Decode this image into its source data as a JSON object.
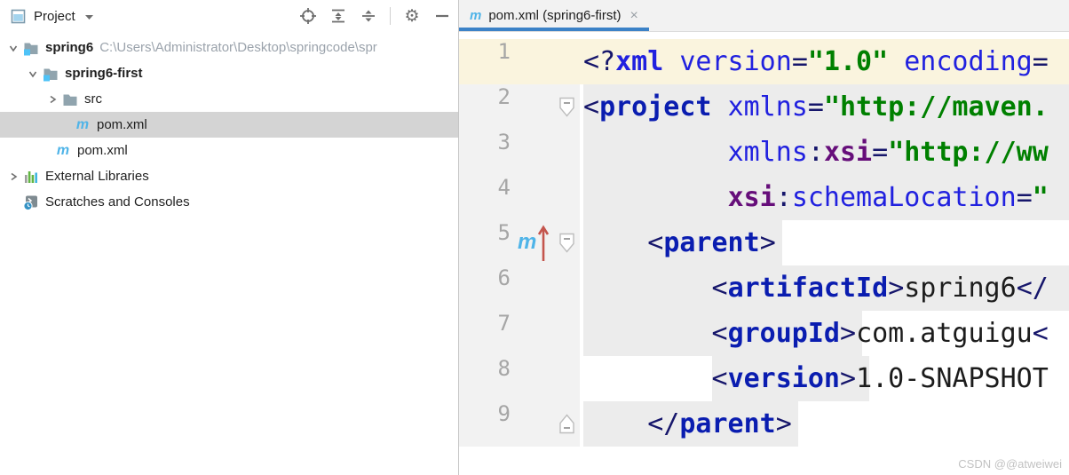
{
  "colors": {
    "accent_blue_tab": "#3C82C7",
    "maven_blue": "#4FB4E8",
    "selection_gray": "#D4D4D4",
    "line1_cream": "#FAF4DE",
    "chip_gray": "#ECECEC",
    "tag_navy": "#0A1DB0",
    "attr_blue": "#2121DF",
    "string_green": "#008000",
    "ns_purple": "#660E7A",
    "arrow_red": "#C4554D"
  },
  "project_panel": {
    "title": "Project",
    "toolbar_icons": [
      "project-tool-window-icon",
      "chevron-down-icon",
      "locate-icon",
      "expand-all-icon",
      "collapse-all-icon",
      "settings-gear-icon",
      "hide-panel-icon"
    ],
    "tree": [
      {
        "depth": 0,
        "chevron": "expanded",
        "icon": "module-folder",
        "label": "spring6",
        "bold": true,
        "path": "C:\\Users\\Administrator\\Desktop\\springcode\\spr",
        "selected": false,
        "file": false
      },
      {
        "depth": 1,
        "chevron": "expanded",
        "icon": "module-folder",
        "label": "spring6-first",
        "bold": true,
        "path": "",
        "selected": false,
        "file": false
      },
      {
        "depth": 2,
        "chevron": "collapsed",
        "icon": "folder",
        "label": "src",
        "bold": false,
        "path": "",
        "selected": false,
        "file": false
      },
      {
        "depth": 2,
        "chevron": "none",
        "icon": "maven",
        "label": "pom.xml",
        "bold": false,
        "path": "",
        "selected": true,
        "file": true
      },
      {
        "depth": 1,
        "chevron": "none",
        "icon": "maven",
        "label": "pom.xml",
        "bold": false,
        "path": "",
        "selected": false,
        "file": true
      },
      {
        "depth": 0,
        "chevron": "collapsed",
        "icon": "libraries",
        "label": "External Libraries",
        "bold": false,
        "path": "",
        "selected": false,
        "file": false
      },
      {
        "depth": 0,
        "chevron": "none",
        "icon": "scratches",
        "label": "Scratches and Consoles",
        "bold": false,
        "path": "",
        "selected": false,
        "file": false
      }
    ]
  },
  "editor": {
    "tab": {
      "icon": "maven-icon",
      "title": "pom.xml (spring6-first)",
      "close": "×"
    },
    "char_width": 18.066,
    "lines": [
      {
        "num": "1",
        "bg": "cream",
        "fold": "none",
        "badge": false,
        "sel": null,
        "tokens": [
          [
            "<?",
            "br"
          ],
          [
            "xml",
            "kwb"
          ],
          [
            " ",
            "pl"
          ],
          [
            "version",
            "attr"
          ],
          [
            "=",
            "eq"
          ],
          [
            "\"1.0\"",
            "str"
          ],
          [
            " ",
            "pl"
          ],
          [
            "encoding",
            "attr"
          ],
          [
            "=",
            "eq"
          ]
        ]
      },
      {
        "num": "2",
        "bg": "",
        "fold": "down",
        "badge": false,
        "sel": {
          "s": 0,
          "e": -1
        },
        "tokens": [
          [
            "<",
            "br"
          ],
          [
            "project",
            "tag"
          ],
          [
            " ",
            "pl"
          ],
          [
            "xmlns",
            "attr"
          ],
          [
            "=",
            "eq"
          ],
          [
            "\"http://maven.",
            "str"
          ]
        ]
      },
      {
        "num": "3",
        "bg": "",
        "fold": "none",
        "badge": false,
        "sel": {
          "s": 0,
          "e": -1
        },
        "tokens": [
          [
            "         ",
            "pl"
          ],
          [
            "xmlns",
            "attr"
          ],
          [
            ":",
            "eq"
          ],
          [
            "xsi",
            "ns"
          ],
          [
            "=",
            "eq"
          ],
          [
            "\"http://ww",
            "str"
          ]
        ]
      },
      {
        "num": "4",
        "bg": "",
        "fold": "none",
        "badge": false,
        "sel": {
          "s": 0,
          "e": -1
        },
        "tokens": [
          [
            "         ",
            "pl"
          ],
          [
            "xsi",
            "ns"
          ],
          [
            ":",
            "eq"
          ],
          [
            "schemaLocation",
            "attr"
          ],
          [
            "=",
            "eq"
          ],
          [
            "\"",
            "str"
          ]
        ]
      },
      {
        "num": "5",
        "bg": "",
        "fold": "down",
        "badge": true,
        "sel": {
          "s": 0,
          "e": 12.4
        },
        "tokens": [
          [
            "    ",
            "pl"
          ],
          [
            "<",
            "br"
          ],
          [
            "parent",
            "tag"
          ],
          [
            ">",
            "br"
          ]
        ]
      },
      {
        "num": "6",
        "bg": "",
        "fold": "none",
        "badge": false,
        "sel": {
          "s": 0,
          "e": -1
        },
        "tokens": [
          [
            "        ",
            "pl"
          ],
          [
            "<",
            "br"
          ],
          [
            "artifactId",
            "tag"
          ],
          [
            ">",
            "br"
          ],
          [
            "spring6",
            "tx"
          ],
          [
            "</",
            "br"
          ]
        ]
      },
      {
        "num": "7",
        "bg": "",
        "fold": "none",
        "badge": false,
        "sel": {
          "s": 0,
          "e": 17.4
        },
        "tokens": [
          [
            "        ",
            "pl"
          ],
          [
            "<",
            "br"
          ],
          [
            "groupId",
            "tag"
          ],
          [
            ">",
            "br"
          ],
          [
            "com.atguigu",
            "tx"
          ],
          [
            "<",
            "br"
          ]
        ]
      },
      {
        "num": "8",
        "bg": "",
        "fold": "none",
        "badge": false,
        "sel": {
          "s": 8,
          "e": 17.8
        },
        "tokens": [
          [
            "        ",
            "pl"
          ],
          [
            "<",
            "br"
          ],
          [
            "version",
            "tag"
          ],
          [
            ">",
            "br"
          ],
          [
            "1.0-SNAPSHOT",
            "tx"
          ]
        ]
      },
      {
        "num": "9",
        "bg": "",
        "fold": "up",
        "badge": false,
        "sel": {
          "s": 0,
          "e": 13.4
        },
        "tokens": [
          [
            "    ",
            "pl"
          ],
          [
            "</",
            "br"
          ],
          [
            "parent",
            "tag"
          ],
          [
            ">",
            "br"
          ]
        ]
      }
    ]
  },
  "watermark": "CSDN @@atweiwei"
}
